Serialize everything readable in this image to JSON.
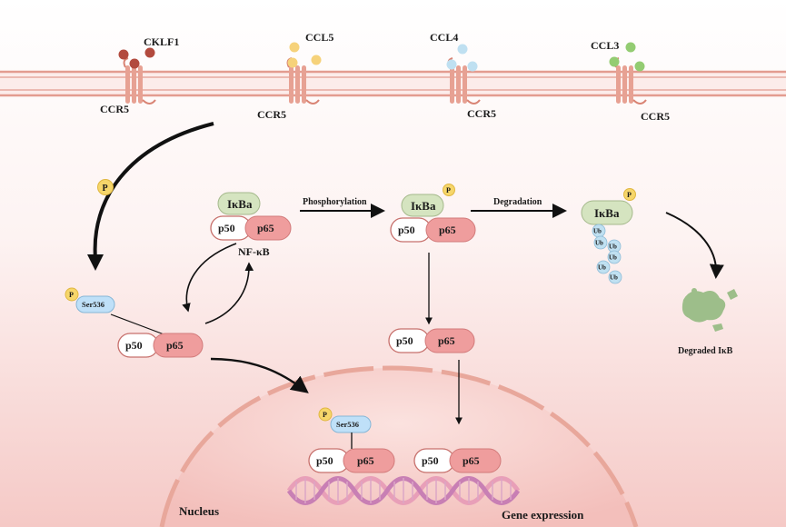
{
  "ligands": {
    "ckl f1": "CKLF1",
    "ckl": "CKLF1",
    "ccl5": "CCL5",
    "ccl4": "CCL4",
    "ccl3": "CCL3"
  },
  "receptors": {
    "r1": "CCR5",
    "r2": "CCR5",
    "r3": "CCR5",
    "r4": "CCR5"
  },
  "phospho": "P",
  "ser536": "Ser536",
  "ikba": "IκBa",
  "p50": "p50",
  "p65": "p65",
  "nfkb": "NF-κB",
  "phosphorylation": "Phosphorylation",
  "degradation": "Degradation",
  "ub": "Ub",
  "degraded": "Degraded IκB",
  "nucleus": "Nucleus",
  "gene_expression": "Gene expression",
  "colors": {
    "membrane": "#e8a79b",
    "receptor": "#e7a193",
    "ckl f1_ligand": "#b24a3e",
    "ccl5_ligand": "#f6d27a",
    "ccl4_ligand": "#bfe0f1",
    "ccl3_ligand": "#93cc72",
    "ikba": "#d5e4c0",
    "p65": "#ef9d9d",
    "p50": "#ffffff",
    "ser": "#bfe0f8",
    "phospho": "#f6d66a",
    "ub": "#bfe0f1"
  }
}
